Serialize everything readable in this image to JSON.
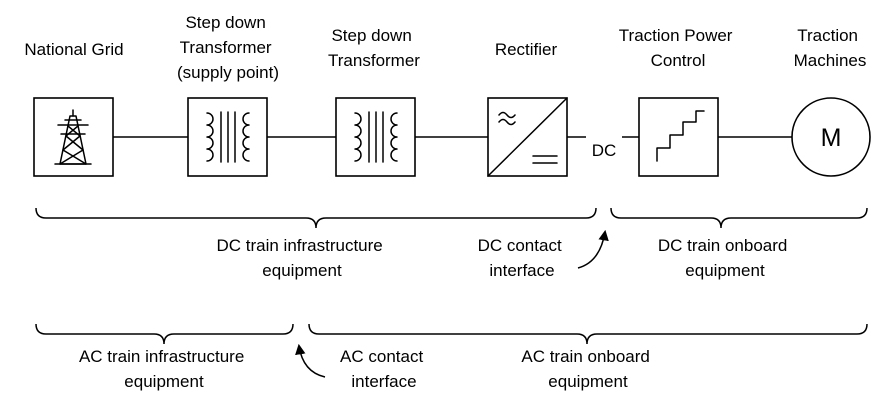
{
  "stages": [
    {
      "id": "national-grid",
      "label_lines": [
        "National Grid"
      ],
      "symbol": "pylon-icon"
    },
    {
      "id": "step-down-supply",
      "label_lines": [
        "Step down",
        "Transformer",
        "(supply point)"
      ],
      "symbol": "transformer-icon"
    },
    {
      "id": "step-down",
      "label_lines": [
        "Step down",
        "Transformer"
      ],
      "symbol": "transformer-icon"
    },
    {
      "id": "rectifier",
      "label_lines": [
        "Rectifier"
      ],
      "symbol": "rectifier-icon"
    },
    {
      "id": "traction-power-control",
      "label_lines": [
        "Traction Power",
        "Control"
      ],
      "symbol": "staircase-icon"
    },
    {
      "id": "traction-machines",
      "label_lines": [
        "Traction",
        "Machines"
      ],
      "symbol": "motor-icon",
      "symbol_text": "M"
    }
  ],
  "dc_link_label": "DC",
  "dc_row": {
    "infrastructure": [
      "DC train infrastructure",
      "equipment"
    ],
    "interface": [
      "DC contact",
      "interface"
    ],
    "onboard": [
      "DC train onboard",
      "equipment"
    ]
  },
  "ac_row": {
    "infrastructure": [
      "AC train infrastructure",
      "equipment"
    ],
    "interface": [
      "AC contact",
      "interface"
    ],
    "onboard": [
      "AC train onboard",
      "equipment"
    ]
  }
}
